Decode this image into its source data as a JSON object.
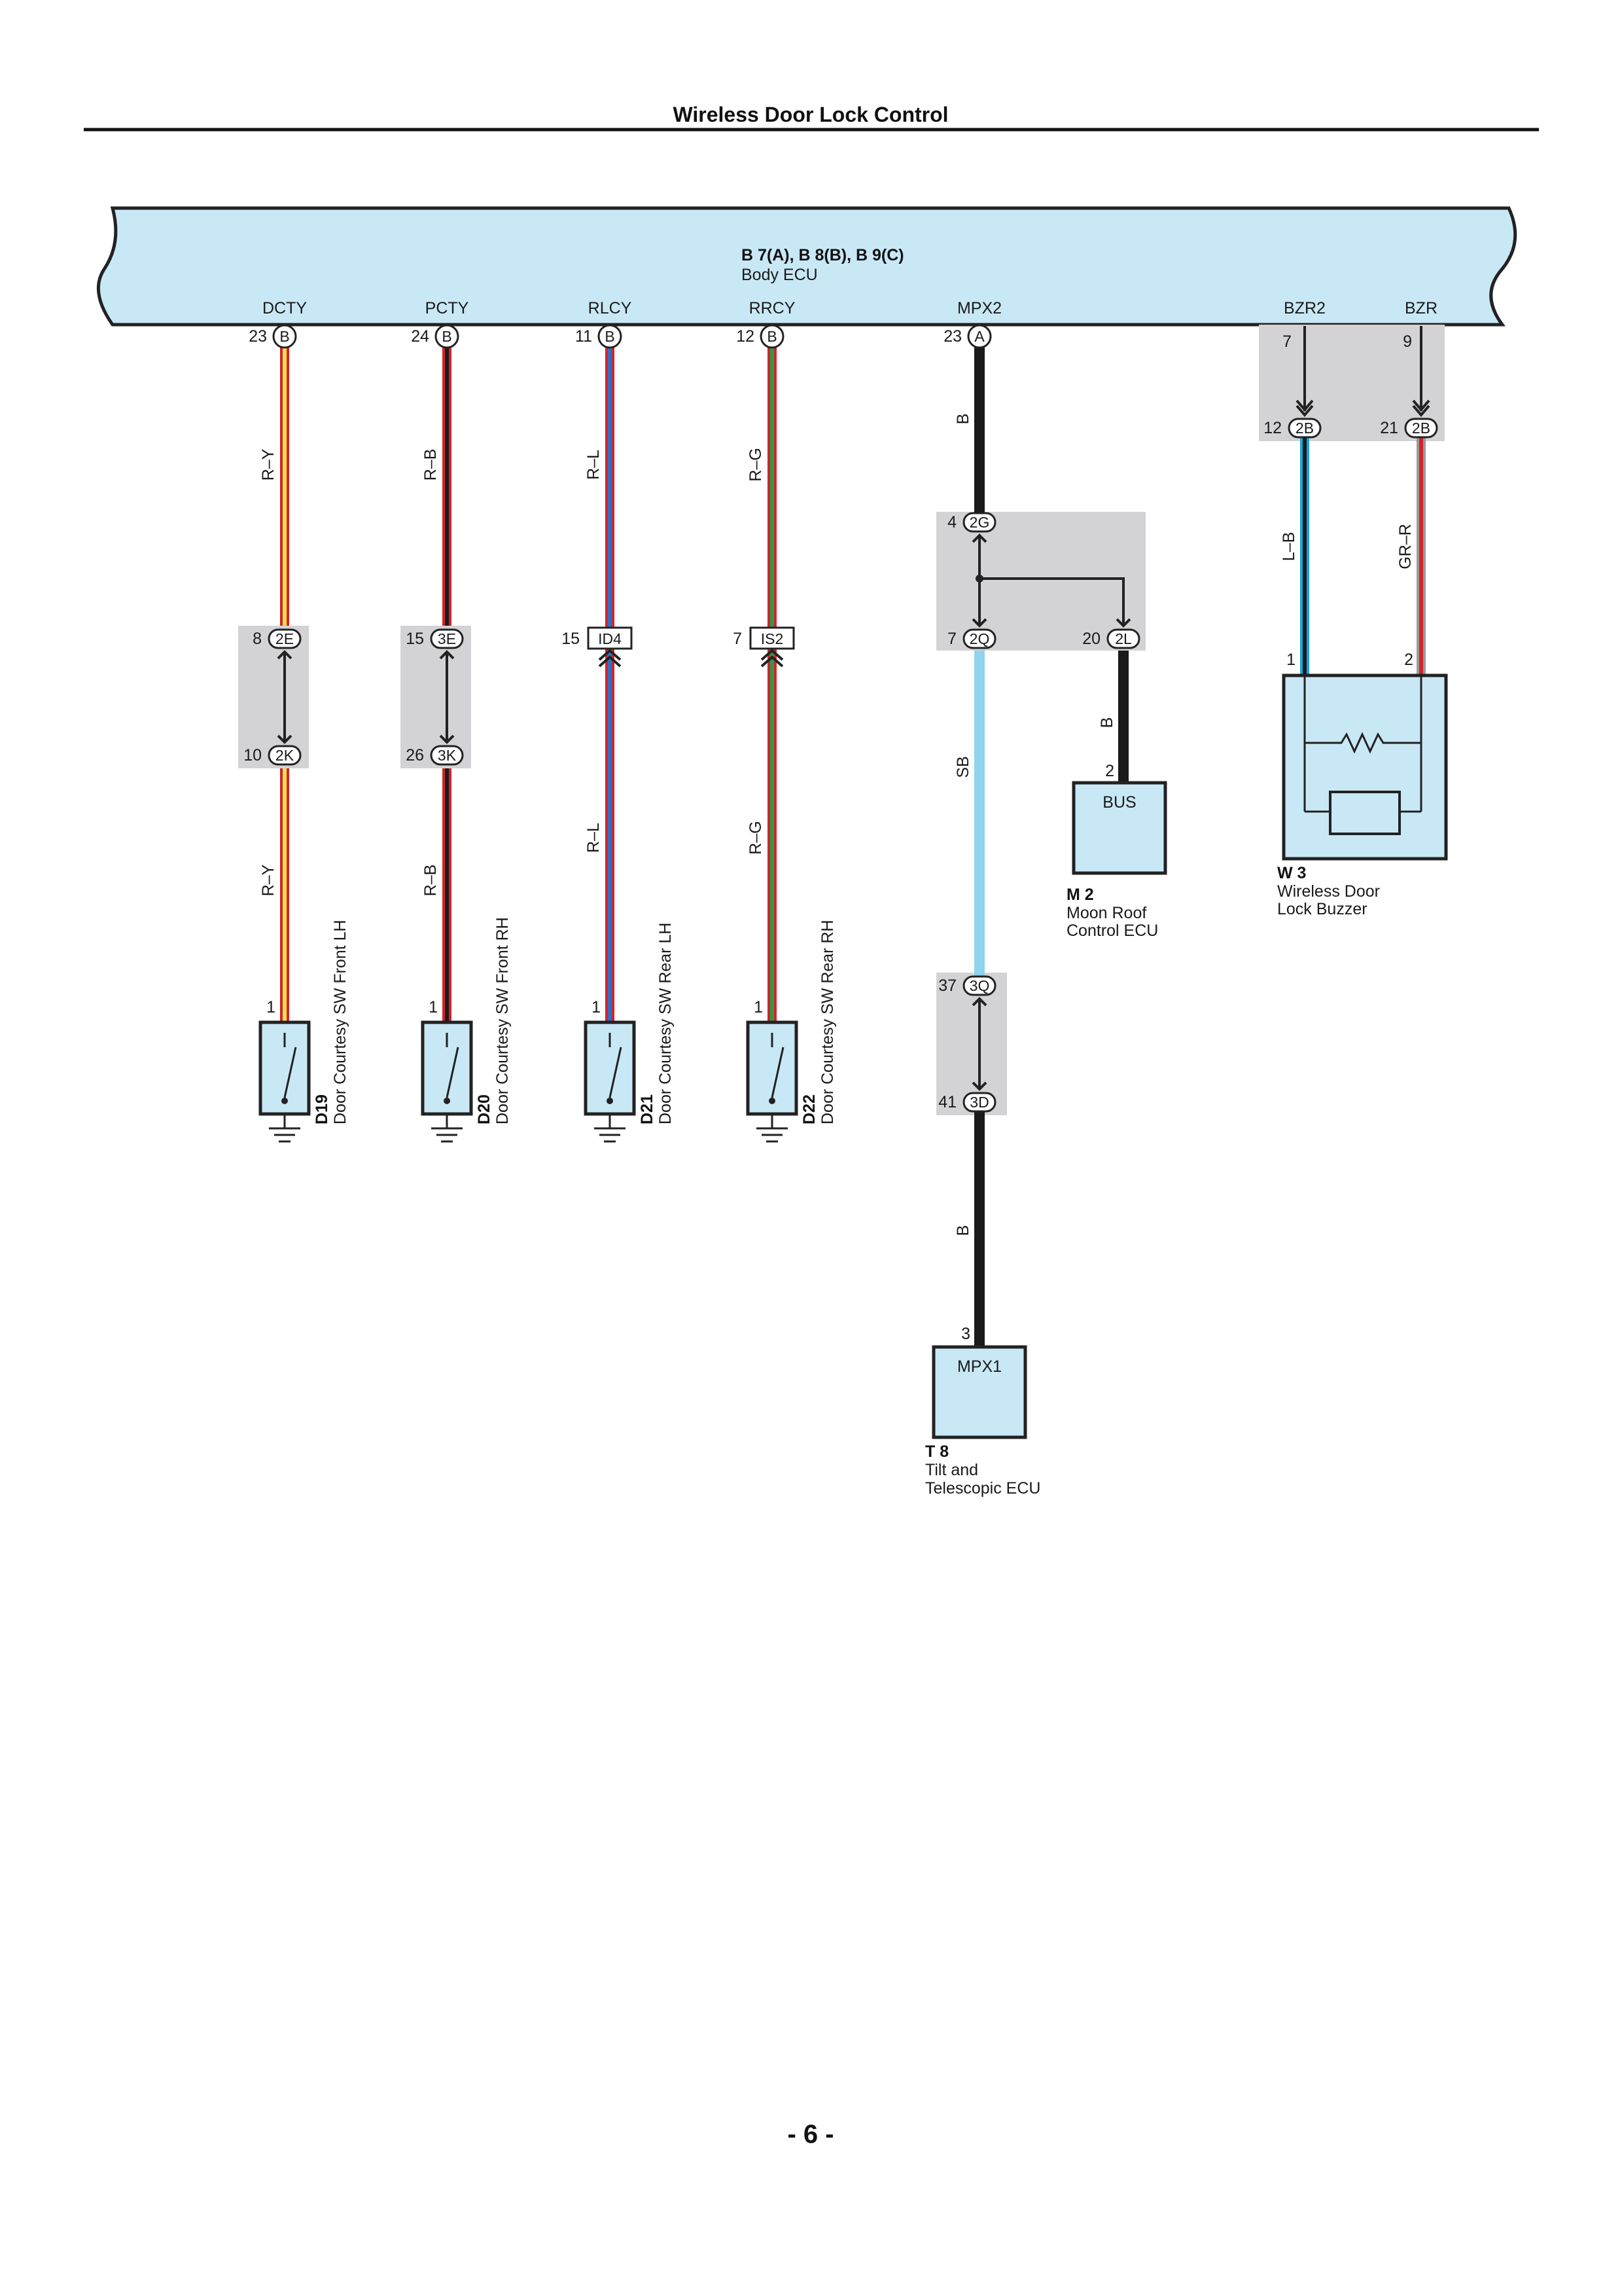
{
  "page": {
    "title": "Wireless Door Lock Control",
    "page_number": "- 6 -"
  },
  "body_ecu": {
    "connectors": "B 7(A), B 8(B), B 9(C)",
    "name": "Body ECU",
    "terminals": [
      {
        "label": "DCTY",
        "pin": "23",
        "conn": "B"
      },
      {
        "label": "PCTY",
        "pin": "24",
        "conn": "B"
      },
      {
        "label": "RLCY",
        "pin": "11",
        "conn": "B"
      },
      {
        "label": "RRCY",
        "pin": "12",
        "conn": "B"
      },
      {
        "label": "MPX2",
        "pin": "23",
        "conn": "A"
      },
      {
        "label": "BZR2",
        "pin": "7",
        "conn": ""
      },
      {
        "label": "BZR",
        "pin": "9",
        "conn": ""
      }
    ]
  },
  "circuits": [
    {
      "wire_upper": "R–Y",
      "wire_lower": "R–Y",
      "colors": [
        "#d2232a",
        "#f4e04d"
      ],
      "upper_pin": "8",
      "upper_conn": "2E",
      "lower_pin": "10",
      "lower_conn": "2K",
      "joint": "oval",
      "switch_pin": "1",
      "switch_id": "D19",
      "switch_name": "Door Courtesy SW Front LH"
    },
    {
      "wire_upper": "R–B",
      "wire_lower": "R–B",
      "colors": [
        "#d2232a",
        "#1a1a1a"
      ],
      "upper_pin": "15",
      "upper_conn": "3E",
      "lower_pin": "26",
      "lower_conn": "3K",
      "joint": "oval",
      "switch_pin": "1",
      "switch_id": "D20",
      "switch_name": "Door Courtesy SW Front RH"
    },
    {
      "wire_upper": "R–L",
      "wire_lower": "R–L",
      "colors": [
        "#d2232a",
        "#2f6fc4"
      ],
      "upper_pin": "15",
      "upper_conn": "ID4",
      "joint": "box",
      "switch_pin": "1",
      "switch_id": "D21",
      "switch_name": "Door Courtesy SW Rear LH"
    },
    {
      "wire_upper": "R–G",
      "wire_lower": "R–G",
      "colors": [
        "#d2232a",
        "#2e9a4a"
      ],
      "upper_pin": "7",
      "upper_conn": "IS2",
      "joint": "box",
      "switch_pin": "1",
      "switch_id": "D22",
      "switch_name": "Door Courtesy SW Rear RH"
    }
  ],
  "mpx": {
    "wire_top": "B",
    "wire_mid": "SB",
    "wire_bottom": "B",
    "wire_branch": "B",
    "j1_pin": "4",
    "j1_conn": "2G",
    "j2_pin": "7",
    "j2_conn": "2Q",
    "j3_pin": "20",
    "j3_conn": "2L",
    "j4_pin": "37",
    "j4_conn": "3Q",
    "j5_pin": "41",
    "j5_conn": "3D"
  },
  "moon_roof_ecu": {
    "pin": "2",
    "label": "BUS",
    "id": "M 2",
    "name_line1": "Moon Roof",
    "name_line2": "Control ECU"
  },
  "tilt_ecu": {
    "pin": "3",
    "label": "MPX1",
    "id": "T 8",
    "name_line1": "Tilt and",
    "name_line2": "Telescopic ECU"
  },
  "buzzer": {
    "left_pin": "12",
    "left_conn": "2B",
    "right_pin": "21",
    "right_conn": "2B",
    "left_wire": "L–B",
    "right_wire": "GR–R",
    "term_left": "1",
    "term_right": "2",
    "id": "W 3",
    "name_line1": "Wireless Door",
    "name_line2": "Lock Buzzer"
  },
  "colors": {
    "ecu_fill": "#c9e8f6",
    "junction_fill": "#d3d3d5",
    "black_wire": "#1a1a1a",
    "sb_wire": "#8fd3ef"
  }
}
